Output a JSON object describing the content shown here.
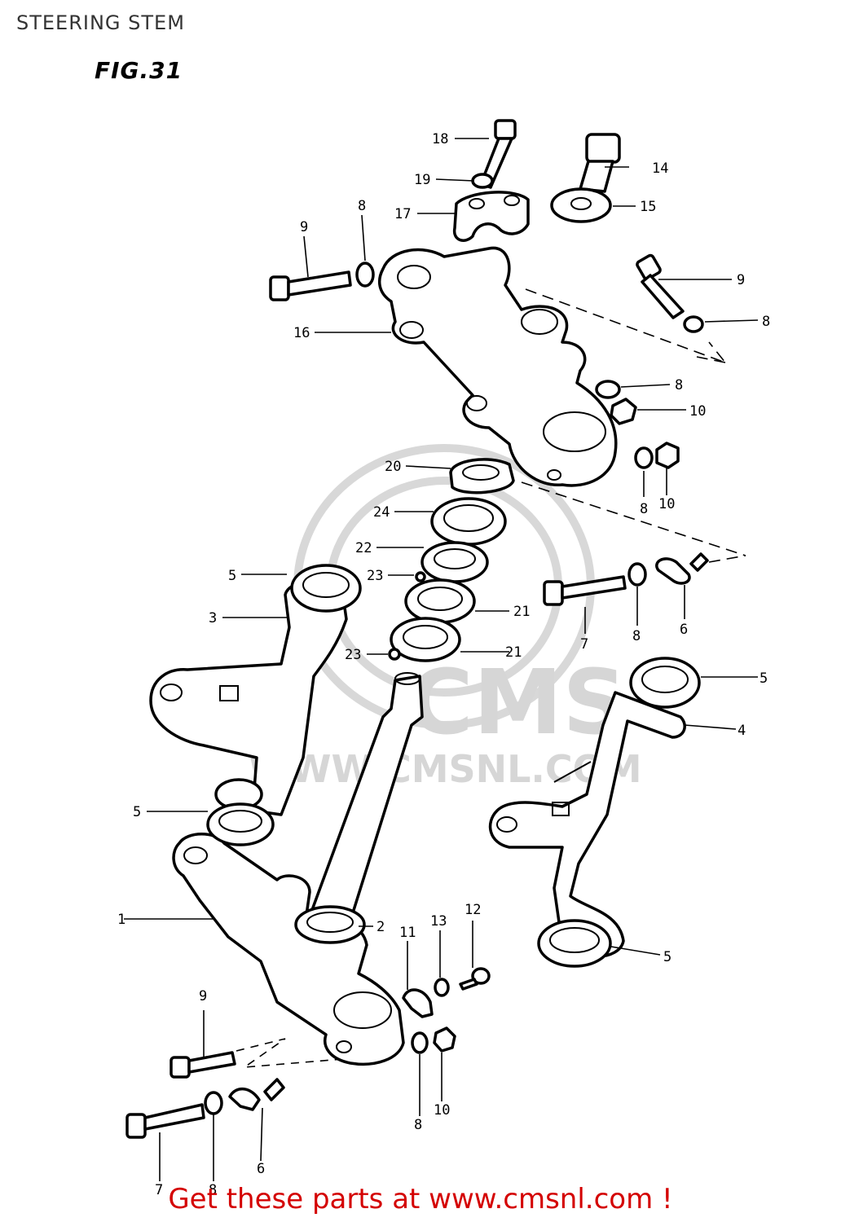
{
  "header": {
    "title": "STEERING STEM"
  },
  "figure": {
    "label": "FIG.31"
  },
  "watermark": {
    "logo_text": "CMS",
    "url_text": "WWW.CMSNL.COM"
  },
  "footer": {
    "link_text": "Get these parts at www.cmsnl.com !",
    "color": "#d40000"
  },
  "callouts": [
    {
      "id": "c18a",
      "text": "18"
    },
    {
      "id": "c14",
      "text": "14"
    },
    {
      "id": "c19",
      "text": "19"
    },
    {
      "id": "c17",
      "text": "17"
    },
    {
      "id": "c15",
      "text": "15"
    },
    {
      "id": "c9a",
      "text": "9"
    },
    {
      "id": "c8a",
      "text": "8"
    },
    {
      "id": "c9b",
      "text": "9"
    },
    {
      "id": "c8b",
      "text": "8"
    },
    {
      "id": "c16",
      "text": "16"
    },
    {
      "id": "c8c",
      "text": "8"
    },
    {
      "id": "c10a",
      "text": "10"
    },
    {
      "id": "c20",
      "text": "20"
    },
    {
      "id": "c8d",
      "text": "8"
    },
    {
      "id": "c10b",
      "text": "10"
    },
    {
      "id": "c24",
      "text": "24"
    },
    {
      "id": "c22",
      "text": "22"
    },
    {
      "id": "c23a",
      "text": "23"
    },
    {
      "id": "c5a",
      "text": "5"
    },
    {
      "id": "c3",
      "text": "3"
    },
    {
      "id": "c21a",
      "text": "21"
    },
    {
      "id": "c7a",
      "text": "7"
    },
    {
      "id": "c8e",
      "text": "8"
    },
    {
      "id": "c6a",
      "text": "6"
    },
    {
      "id": "c23b",
      "text": "23"
    },
    {
      "id": "c21b",
      "text": "21"
    },
    {
      "id": "c5b",
      "text": "5"
    },
    {
      "id": "c4",
      "text": "4"
    },
    {
      "id": "c5c",
      "text": "5"
    },
    {
      "id": "c5d",
      "text": "5"
    },
    {
      "id": "c1",
      "text": "1"
    },
    {
      "id": "c2",
      "text": "2"
    },
    {
      "id": "c12",
      "text": "12"
    },
    {
      "id": "c11",
      "text": "11"
    },
    {
      "id": "c13",
      "text": "13"
    },
    {
      "id": "c9c",
      "text": "9"
    },
    {
      "id": "c8f",
      "text": "8"
    },
    {
      "id": "c10c",
      "text": "10"
    },
    {
      "id": "c7b",
      "text": "7"
    },
    {
      "id": "c8g",
      "text": "8"
    },
    {
      "id": "c6b",
      "text": "6"
    }
  ]
}
